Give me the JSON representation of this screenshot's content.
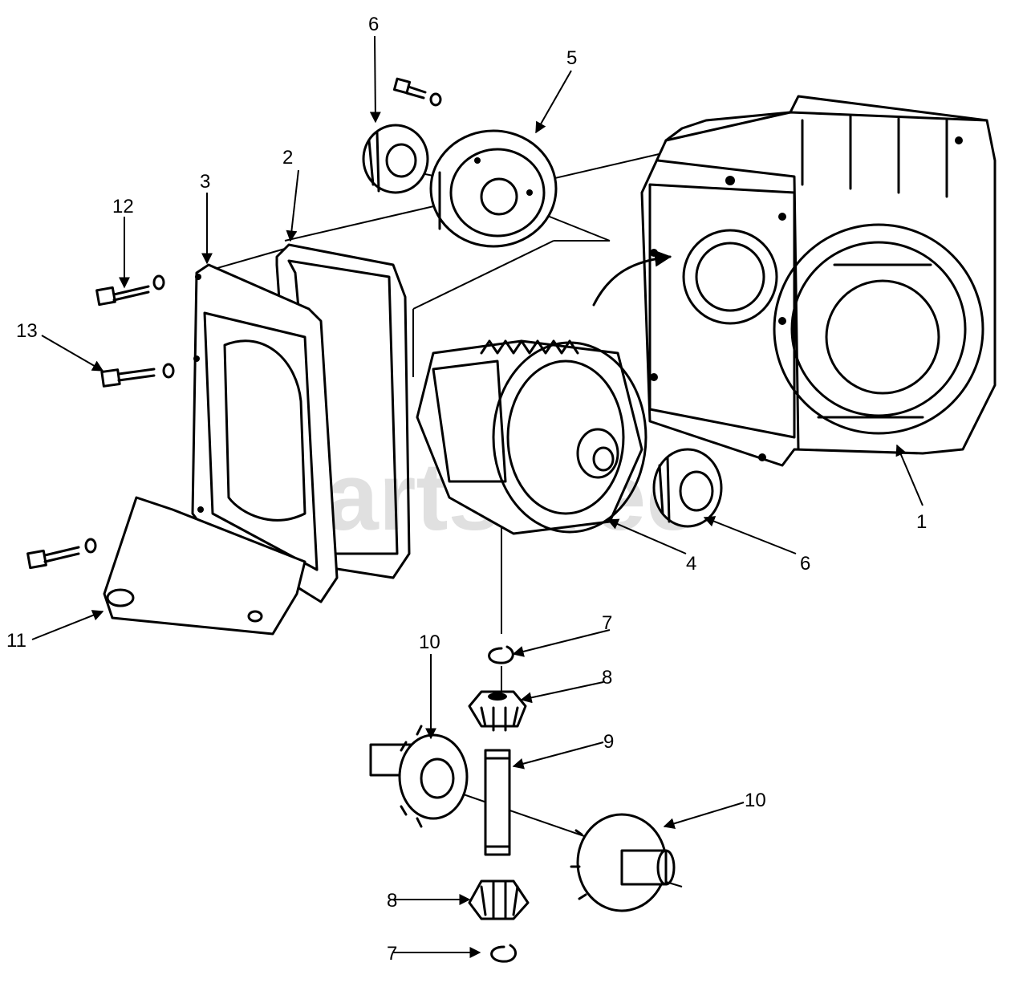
{
  "watermark": "PartsTree",
  "colors": {
    "ink": "#000000",
    "background": "#ffffff",
    "watermark": "#c8c8c8"
  },
  "callouts": {
    "c1": "1",
    "c2": "2",
    "c3": "3",
    "c4": "4",
    "c5": "5",
    "c6_top": "6",
    "c6_bottom": "6",
    "c7_top": "7",
    "c7_bottom": "7",
    "c8_top": "8",
    "c8_bottom": "8",
    "c9": "9",
    "c10_left": "10",
    "c10_right": "10",
    "c11": "11",
    "c12": "12",
    "c13": "13"
  }
}
